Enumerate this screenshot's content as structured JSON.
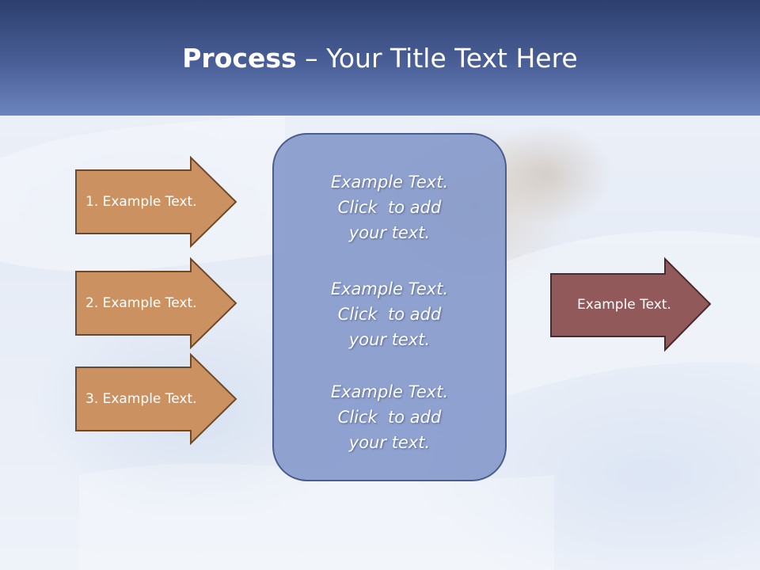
{
  "title": {
    "bold": "Process",
    "rest": " – Your Title Text Here"
  },
  "left_arrows": [
    {
      "label": "1. Example Text."
    },
    {
      "label": "2. Example Text."
    },
    {
      "label": "3. Example Text."
    }
  ],
  "center_blocks": [
    {
      "line1": "Example Text.",
      "line2": "Click  to add",
      "line3": "your text."
    },
    {
      "line1": "Example Text.",
      "line2": "Click  to add",
      "line3": "your text."
    },
    {
      "line1": "Example Text.",
      "line2": "Click  to add",
      "line3": "your text."
    }
  ],
  "right_arrow": {
    "label": "Example Text."
  },
  "colors": {
    "left_arrow_fill": "#cc9160",
    "left_arrow_stroke": "#6a4a2a",
    "right_arrow_fill": "#92595a",
    "right_arrow_stroke": "#4a2a2a",
    "center_fill": "#8296ca",
    "header_top": "#2c3f6e",
    "header_bottom": "#6c84bd"
  }
}
